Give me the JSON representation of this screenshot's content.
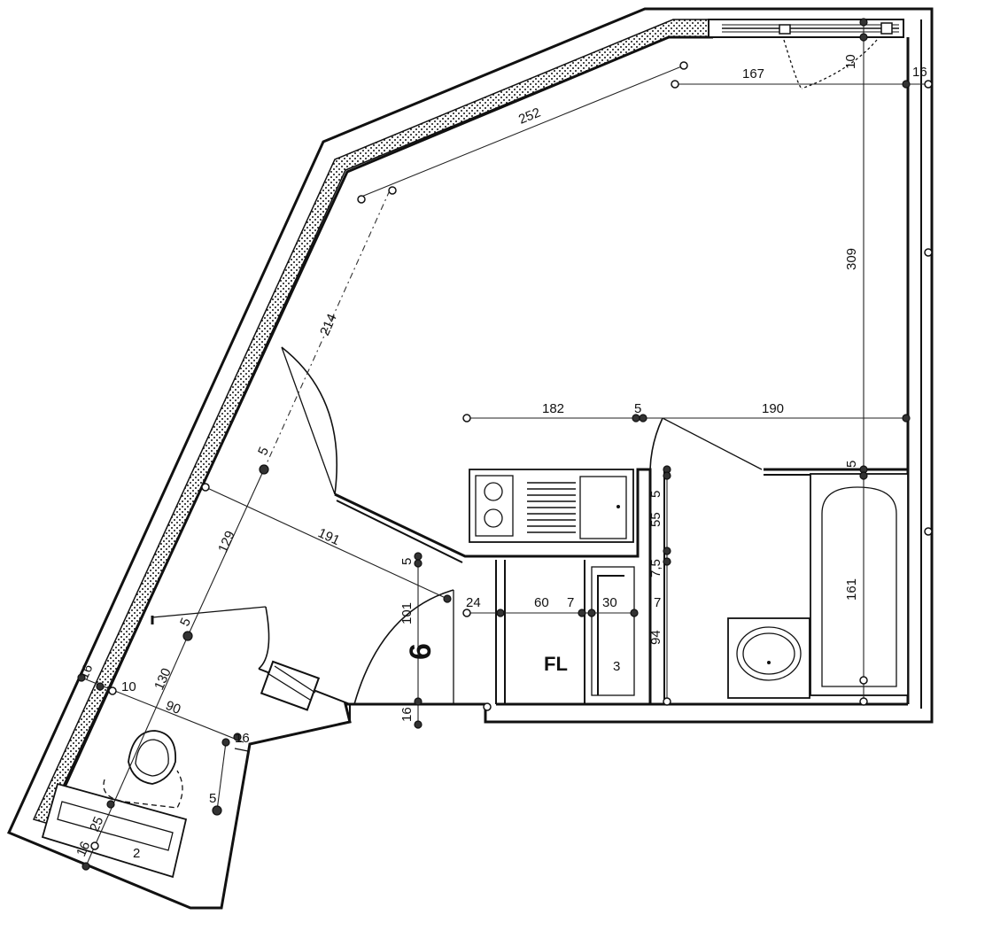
{
  "dimensions": {
    "d252": "252",
    "d167": "167",
    "d16_top": "16",
    "d10_top": "10",
    "d309": "309",
    "d214": "214",
    "d5_a": "5",
    "d5_b": "5",
    "d190": "190",
    "d5_c": "5",
    "d191": "191",
    "d129": "129",
    "d5_d": "5",
    "d130": "130",
    "d90": "90",
    "d16_a": "16",
    "d10_b": "10",
    "d16_b": "16",
    "d25": "25",
    "d16_c": "16",
    "d5_e": "5",
    "d101": "101",
    "d5_f": "5",
    "d16_d": "16",
    "d24": "24",
    "d60": "60",
    "d7_a": "7",
    "d30": "30",
    "d7_b": "7",
    "d5_g": "5",
    "d55": "55",
    "d7_5": "7,5",
    "d94": "94",
    "d161": "161",
    "d182": "182"
  },
  "labels": {
    "room_number": "6",
    "closet_label": "FL",
    "cabinet_number": "3",
    "bath_number": "2"
  }
}
